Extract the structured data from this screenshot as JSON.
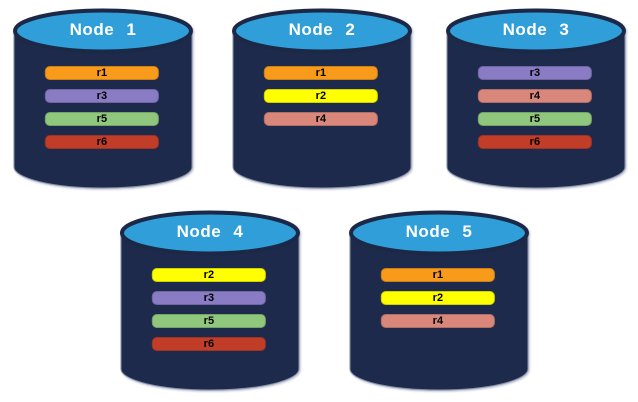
{
  "palette": {
    "background": "#FFFFFF",
    "cylinder_body": "#1E2A4C",
    "cylinder_edge": "#8892AC",
    "cylinder_top": "#2F9ED9",
    "cylinder_top_ring": "#1B2846",
    "title_text": "#FFFFFF",
    "bar_text": "#000000",
    "replica_colors": {
      "r1": "#F89B1B",
      "r2": "#FFFF00",
      "r3": "#8A7CC4",
      "r4": "#D8877A",
      "r5": "#8FC77D",
      "r6": "#C23D28"
    }
  },
  "nodes": [
    {
      "label": "Node 1",
      "replicas": [
        {
          "label": "r1",
          "color": "#F89B1B"
        },
        {
          "label": "r3",
          "color": "#8A7CC4"
        },
        {
          "label": "r5",
          "color": "#8FC77D"
        },
        {
          "label": "r6",
          "color": "#C23D28"
        }
      ]
    },
    {
      "label": "Node 2",
      "replicas": [
        {
          "label": "r1",
          "color": "#F89B1B"
        },
        {
          "label": "r2",
          "color": "#FFFF00"
        },
        {
          "label": "r4",
          "color": "#D8877A"
        }
      ]
    },
    {
      "label": "Node 3",
      "replicas": [
        {
          "label": "r3",
          "color": "#8A7CC4"
        },
        {
          "label": "r4",
          "color": "#D8877A"
        },
        {
          "label": "r5",
          "color": "#8FC77D"
        },
        {
          "label": "r6",
          "color": "#C23D28"
        }
      ]
    },
    {
      "label": "Node 4",
      "replicas": [
        {
          "label": "r2",
          "color": "#FFFF00"
        },
        {
          "label": "r3",
          "color": "#8A7CC4"
        },
        {
          "label": "r5",
          "color": "#8FC77D"
        },
        {
          "label": "r6",
          "color": "#C23D28"
        }
      ]
    },
    {
      "label": "Node 5",
      "replicas": [
        {
          "label": "r1",
          "color": "#F89B1B"
        },
        {
          "label": "r2",
          "color": "#FFFF00"
        },
        {
          "label": "r4",
          "color": "#D8877A"
        }
      ]
    }
  ]
}
